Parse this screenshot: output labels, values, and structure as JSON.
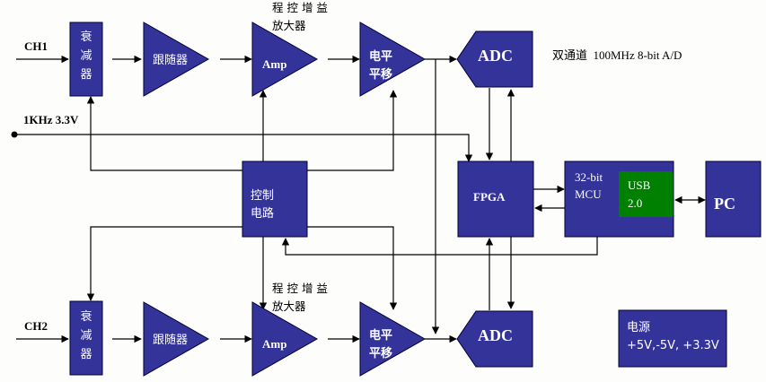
{
  "diagram": {
    "channels": {
      "ch1_label": "CH1",
      "ch2_label": "CH2"
    },
    "blocks": {
      "attenuator": [
        "衰",
        "减",
        "器"
      ],
      "follower": "跟随器",
      "amp": "Amp",
      "level_shift": [
        "电平",
        "平移"
      ],
      "adc": "ADC",
      "control": [
        "控制",
        "电路"
      ],
      "fpga": "FPGA",
      "mcu": [
        "32-bit",
        "MCU"
      ],
      "usb": [
        "USB",
        "2.0"
      ],
      "pc": "PC",
      "power": [
        "电源",
        "+5V,-5V, +3.3V"
      ]
    },
    "annotations": {
      "pga_top": [
        "程 控 增 益",
        "放大器"
      ],
      "pga_bottom": [
        "程 控 增 益",
        "放大器"
      ],
      "adc_spec": "双通道  100MHz 8-bit A/D",
      "clock_source": "1KHz 3.3V"
    },
    "colors": {
      "block": "#333399",
      "usb": "#008000",
      "wire": "#000000",
      "background": "#fdfefb"
    }
  }
}
